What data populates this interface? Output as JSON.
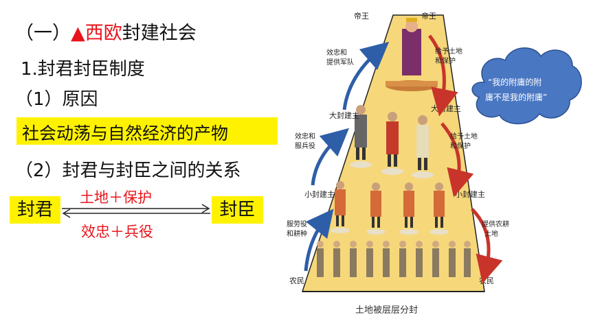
{
  "heading": {
    "prefix": "（一）",
    "marker": "▲",
    "red_text": "西欧",
    "rest": "封建社会"
  },
  "subheading": "1.封君封臣制度",
  "cause": {
    "label": "（1）原因",
    "text": "社会动荡与自然经济的产物"
  },
  "relation": {
    "label": "（2）封君与封臣之间的关系",
    "lord": "封君",
    "vassal": "封臣",
    "top_label": "土地＋保护",
    "bottom_label": "效忠＋兵役"
  },
  "pyramid": {
    "levels": {
      "king_left": "帝王",
      "king_right": "帝王",
      "big_left": "大封建主",
      "big_right": "大封建主",
      "small_left": "小封建主",
      "small_right": "小封建主",
      "peasant_left": "农民",
      "peasant_right": "农民"
    },
    "arrows_left": [
      "效忠和提供军队",
      "效忠和服兵役",
      "服劳役和耕种"
    ],
    "arrows_right": [
      "给予土地和保护",
      "给予土地和保护",
      "提供农耕土地"
    ],
    "cloud": [
      "“我的附庸的附",
      "庸不是我的附庸”"
    ],
    "caption": "土地被层层分封"
  },
  "colors": {
    "accent_red": "#e8141b",
    "highlight": "#fff200",
    "pyramid_fill": "#f6d77a",
    "cloud": "#4a77c2",
    "arrow_blue": "#2e5ea8",
    "arrow_red": "#c8342a"
  }
}
